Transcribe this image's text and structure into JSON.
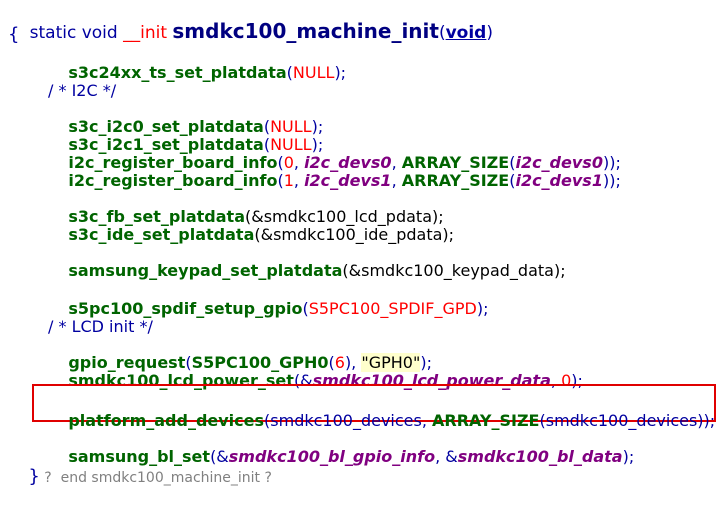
{
  "header": {
    "t_static": "static void ",
    "t_init": "__init",
    "t_name": "smdkc100_machine_init",
    "t_lp": "(",
    "t_void": "void",
    "t_rp": ")"
  },
  "open_brace": "{",
  "close_brace": "}",
  "footer_comment": " ?  end smdkc100_machine_init ?",
  "lines": {
    "l1": {
      "fn": "s3c24xx_ts_set_platdata",
      "lp": "(",
      "arg": "NULL",
      "rp": ");"
    },
    "l2": {
      "cmt": "/ * I2C */"
    },
    "l3": {
      "fn": "s3c_i2c0_set_platdata",
      "lp": "(",
      "arg": "NULL",
      "rp": ");"
    },
    "l4": {
      "fn": "s3c_i2c1_set_platdata",
      "lp": "(",
      "arg": "NULL",
      "rp": ");"
    },
    "l5": {
      "fn": "i2c_register_board_info",
      "lp": "(",
      "n": "0",
      "c1": ", ",
      "v": "i2c_devs0",
      "c2": ", ",
      "m": "ARRAY_SIZE",
      "lp2": "(",
      "v2": "i2c_devs0",
      "rp": "));"
    },
    "l6": {
      "fn": "i2c_register_board_info",
      "lp": "(",
      "n": "1",
      "c1": ", ",
      "v": "i2c_devs1",
      "c2": ", ",
      "m": "ARRAY_SIZE",
      "lp2": "(",
      "v2": "i2c_devs1",
      "rp": "));"
    },
    "l7": {
      "fn": "s3c_fb_set_platdata",
      "rest": "(&smdkc100_lcd_pdata);"
    },
    "l8": {
      "fn": "s3c_ide_set_platdata",
      "rest": "(&smdkc100_ide_pdata);"
    },
    "l9": {
      "fn": "samsung_keypad_set_platdata",
      "rest": "(&smdkc100_keypad_data);"
    },
    "l10": {
      "fn": "s5pc100_spdif_setup_gpio",
      "lp": "(",
      "arg": "S5PC100_SPDIF_GPD",
      "rp": ");"
    },
    "l11": {
      "cmt": "/ * LCD init */"
    },
    "l12": {
      "fn": "gpio_request",
      "lp": "(",
      "m": "S5PC100_GPH0",
      "lp2": "(",
      "n": "6",
      "rp2": "), ",
      "s": "\"GPH0\"",
      "rp": ");"
    },
    "l13": {
      "fn": "smdkc100_lcd_power_set",
      "lp": "(&",
      "v": "smdkc100_lcd_power_data",
      "c": ", ",
      "n": "0",
      "rp": ");"
    },
    "l14": {
      "fn": "platform_add_devices",
      "lp": "(smdkc100_devices, ",
      "m": "ARRAY_SIZE",
      "rest": "(smdkc100_devices));"
    },
    "l15": {
      "fn": "samsung_bl_set",
      "lp": "(&",
      "v": "smdkc100_bl_gpio_info",
      "c": ", &",
      "v2": "smdkc100_bl_data",
      "rp": ");"
    }
  }
}
